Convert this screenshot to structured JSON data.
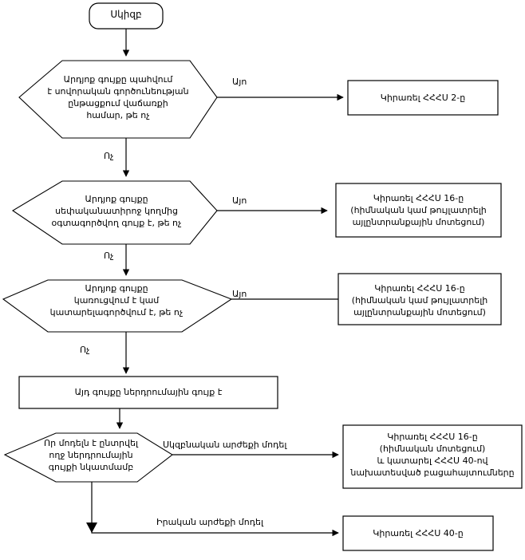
{
  "diagram": {
    "title_present": false,
    "language": "Armenian",
    "colors": {
      "background": "#ffffff",
      "stroke": "#000000",
      "text": "#000000"
    },
    "nodes": {
      "start": {
        "id": "start",
        "shape": "rounded-rectangle",
        "label": "Սկիզբ"
      },
      "decision1": {
        "id": "decision1",
        "shape": "hexagon",
        "label": "Արդյոք գույքը պահվում\nէ սովորական գործունեության\nընթացքում վաճառքի\nհամար, թե ոչ"
      },
      "decision2": {
        "id": "decision2",
        "shape": "hexagon",
        "label": "Արդյոք գույքը\nսեփականատիրոջ կողմից\nօգտագործվող գույք է, թե ոչ"
      },
      "decision3": {
        "id": "decision3",
        "shape": "hexagon",
        "label": "Արդյոք գույքը\nկառուցվում է կամ\nկատարելագործվում է, թե ոչ"
      },
      "statement": {
        "id": "statement",
        "shape": "rectangle",
        "label": "Այդ գույքը ներդրումային գույք է"
      },
      "decision4": {
        "id": "decision4",
        "shape": "hexagon",
        "label": "Որ մոդելն է ընտրվել\nողջ ներդրումային\nգույքի նկատմամբ"
      },
      "result1": {
        "id": "result1",
        "shape": "rectangle",
        "label": "Կիրառել ՀՀՀՍ 2-ը"
      },
      "result2": {
        "id": "result2",
        "shape": "rectangle",
        "label": "Կիրառել ՀՀՀՍ 16-ը\n(հիմնական կամ թույլատրելի\nայլընտրանքային մոտեցում)"
      },
      "result3": {
        "id": "result3",
        "shape": "rectangle",
        "label": "Կիրառել ՀՀՀՍ 16-ը\n(հիմնական կամ թույլատրելի\nայլընտրանքային մոտեցում)"
      },
      "result4": {
        "id": "result4",
        "shape": "rectangle",
        "label": "Կիրառել ՀՀՀՍ 16-ը\n(հիմնական մոտեցում)\nև կատարել ՀՀՀՍ 40-ով\nնախատեսված բացահայտումները"
      },
      "result5": {
        "id": "result5",
        "shape": "rectangle",
        "label": "Կիրառել ՀՀՀՍ 40-ը"
      }
    },
    "edge_labels": {
      "d1_yes": "Այո",
      "d1_no": "Ոչ",
      "d2_yes": "Այո",
      "d2_no": "Ոչ",
      "d3_yes": "Այո",
      "d3_no": "Ոչ",
      "d4_cost": "Սկզբնական արժեքի մոդել",
      "d4_fair": "Իրական արժեքի մոդել"
    }
  }
}
